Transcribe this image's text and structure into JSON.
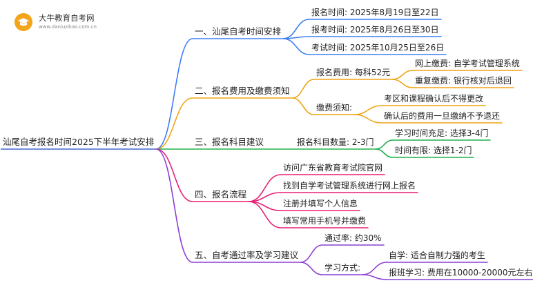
{
  "brand": {
    "name": "大牛教育自考网",
    "url": "www.daniuzikao.com.cn"
  },
  "colors": {
    "blue": "#3d7ef5",
    "orange": "#f0a416",
    "green": "#21b04c",
    "magenta": "#e91e73",
    "purple": "#8c3fd4",
    "root_link": "#5a7ad6",
    "logo": "#f3a51b"
  },
  "root": "汕尾自考报名时间2025下半年考试安排",
  "branches": [
    {
      "label": "一、汕尾自考时间安排",
      "color": "blue",
      "children": [
        {
          "label": "报名时间: 2025年8月19日至22日"
        },
        {
          "label": "报考时间: 2025年8月26日至30日"
        },
        {
          "label": "考试时间: 2025年10月25日至26日"
        }
      ]
    },
    {
      "label": "二、报名费用及缴费须知",
      "color": "orange",
      "children": [
        {
          "label": "报名费用: 每科52元",
          "children": [
            {
              "label": "网上缴费: 自学考试管理系统"
            },
            {
              "label": "重复缴费: 银行核对后退回"
            }
          ]
        },
        {
          "label": "缴费须知:",
          "children": [
            {
              "label": "考区和课程确认后不得更改"
            },
            {
              "label": "确认后的费用一旦缴纳不予退还"
            }
          ]
        }
      ]
    },
    {
      "label": "三、报名科目建议",
      "color": "green",
      "children": [
        {
          "label": "报名科目数量: 2-3门",
          "children": [
            {
              "label": "学习时间充足: 选择3-4门"
            },
            {
              "label": "时间有限: 选择1-2门"
            }
          ]
        }
      ]
    },
    {
      "label": "四、报名流程",
      "color": "magenta",
      "children": [
        {
          "label": "访问广东省教育考试院官网"
        },
        {
          "label": "找到自学考试管理系统进行网上报名"
        },
        {
          "label": "注册并填写个人信息"
        },
        {
          "label": "填写常用手机号并缴费"
        }
      ]
    },
    {
      "label": "五、自考通过率及学习建议",
      "color": "purple",
      "children": [
        {
          "label": "通过率: 约30%"
        },
        {
          "label": "学习方式:",
          "children": [
            {
              "label": "自学: 适合自制力强的考生"
            },
            {
              "label": "报班学习: 费用在10000-20000元左右"
            }
          ]
        }
      ]
    }
  ]
}
